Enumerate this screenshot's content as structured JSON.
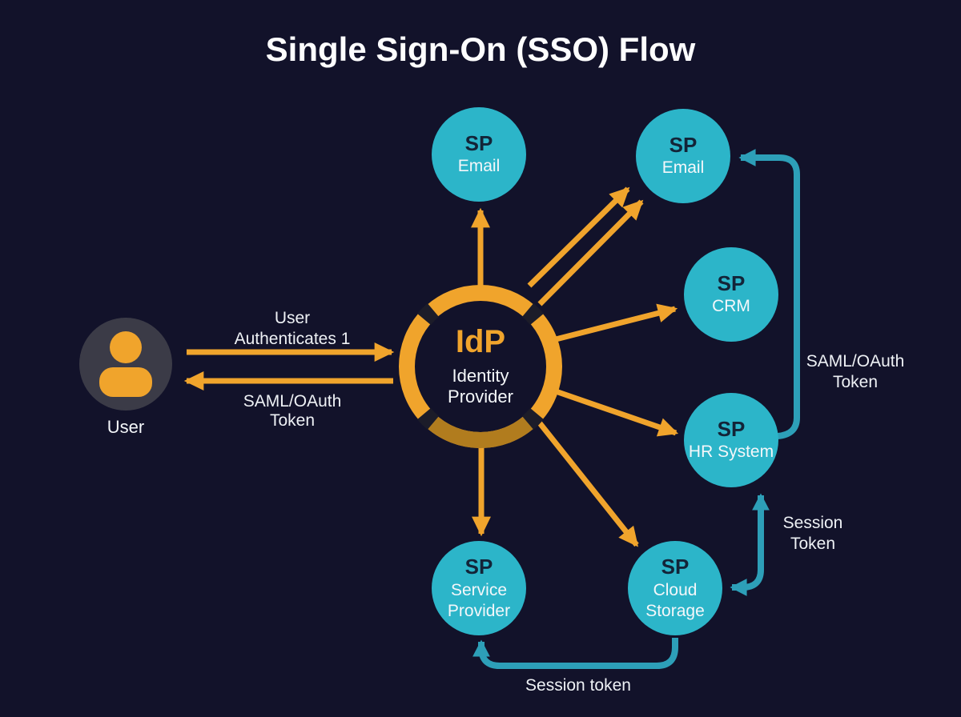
{
  "title": "Single Sign-On (SSO) Flow",
  "colors": {
    "background": "#12122a",
    "orange": "#f0a42c",
    "orange_ring_shade": "#b17c1e",
    "teal_node": "#2cb5c9",
    "teal_line": "#2d9fb8",
    "node_abbr_text": "#132438",
    "node_sub_text": "#f4f7fa",
    "edge_label_text": "#eef1f5",
    "user_circle_fill": "#3b3b47",
    "title_text": "#fdfdfe"
  },
  "nodes": {
    "user": {
      "label": "User",
      "icon": "person-icon"
    },
    "idp": {
      "abbr": "IdP",
      "name_line1": "Identity",
      "name_line2": "Provider"
    },
    "sp_email_top": {
      "abbr": "SP",
      "name": "Email"
    },
    "sp_email_right": {
      "abbr": "SP",
      "name": "Email"
    },
    "sp_crm": {
      "abbr": "SP",
      "name": "CRM"
    },
    "sp_hr_system": {
      "abbr": "SP",
      "name": "HR System"
    },
    "sp_cloud_storage": {
      "abbr": "SP",
      "name_line1": "Cloud",
      "name_line2": "Storage"
    },
    "sp_service_provider": {
      "abbr": "SP",
      "name_line1": "Service",
      "name_line2": "Provider"
    }
  },
  "edges": {
    "user_authenticates": {
      "label_line1": "User",
      "label_line2": "Authenticates 1"
    },
    "saml_oauth_to_user": {
      "label_line1": "SAML/OAuth",
      "label_line2": "Token"
    },
    "saml_oauth_right": {
      "label_line1": "SAML/OAuth",
      "label_line2": "Token"
    },
    "session_token_right": {
      "label_line1": "Session",
      "label_line2": "Token"
    },
    "session_token_bottom": {
      "label": "Session token"
    }
  }
}
